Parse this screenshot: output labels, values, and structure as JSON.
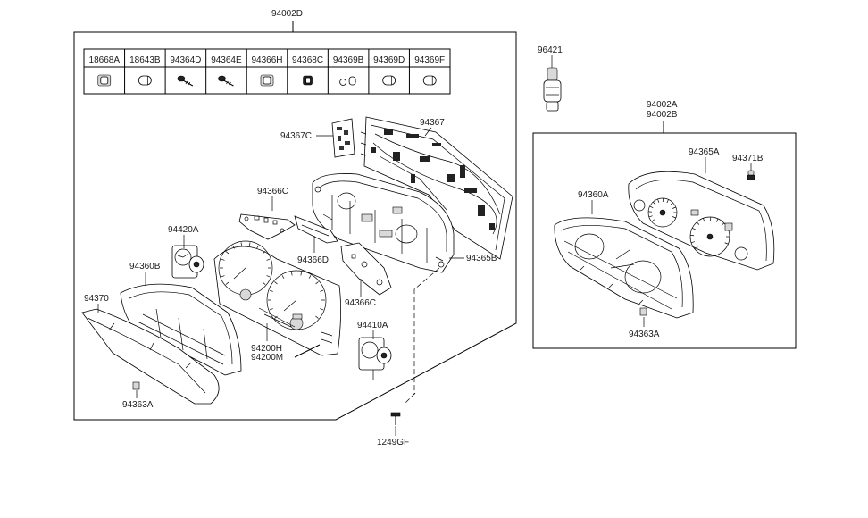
{
  "main_assembly": {
    "label": "94002D"
  },
  "kit_table": {
    "parts": [
      "18668A",
      "18643B",
      "94364D",
      "94364E",
      "94366H",
      "94368C",
      "94369B",
      "94369D",
      "94369F"
    ],
    "icons": [
      "bulb-socket-icon",
      "bulb-cap-icon",
      "screw-icon",
      "screw-icon",
      "bulb-socket-icon",
      "bulb-socket-small-icon",
      "bulb-small-icon",
      "bulb-cap-icon",
      "bulb-cap-icon"
    ]
  },
  "left_labels": {
    "p94367": "94367",
    "p94367C": "94367C",
    "p94366C_top": "94366C",
    "p94366D": "94366D",
    "p94365B": "94365B",
    "p94366C_bottom": "94366C",
    "p94420A": "94420A",
    "p94360B": "94360B",
    "p94370": "94370",
    "p94200H": "94200H",
    "p94200M": "94200M",
    "p94410A": "94410A",
    "p94363A_left": "94363A",
    "p1249GF": "1249GF"
  },
  "sensor": {
    "label": "96421"
  },
  "right_assembly": {
    "label_a": "94002A",
    "label_b": "94002B",
    "p94365A": "94365A",
    "p94371B": "94371B",
    "p94360A": "94360A",
    "p94363A": "94363A"
  }
}
